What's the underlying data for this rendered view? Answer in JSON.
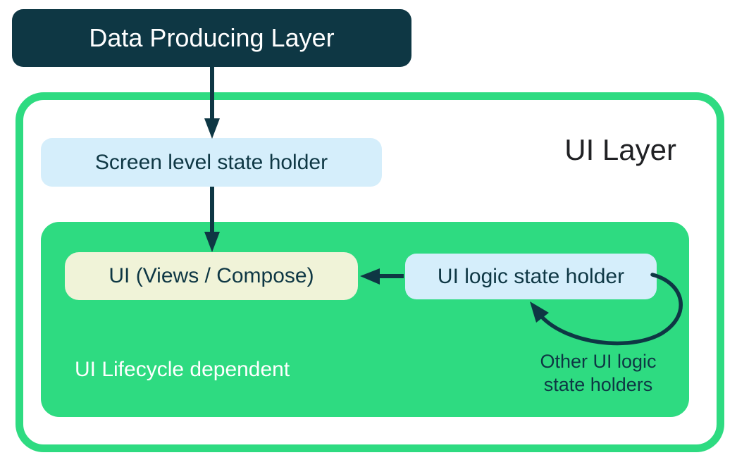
{
  "diagram": {
    "nodes": {
      "data_producing_layer": {
        "label": "Data Producing Layer"
      },
      "ui_layer": {
        "label": "UI Layer"
      },
      "screen_level_state_holder": {
        "label": "Screen level state holder"
      },
      "ui_views_compose": {
        "label": "UI (Views / Compose)"
      },
      "ui_logic_state_holder": {
        "label": "UI logic state holder"
      },
      "ui_lifecycle_dependent": {
        "label": "UI Lifecycle dependent"
      },
      "other_ui_logic_state_holders": {
        "line1": "Other UI logic",
        "line2": "state holders"
      }
    },
    "edges": [
      {
        "from": "Data Producing Layer",
        "to": "Screen level state holder",
        "style": "straight-arrow-down"
      },
      {
        "from": "Screen level state holder",
        "to": "UI (Views / Compose)",
        "style": "straight-arrow-down"
      },
      {
        "from": "UI logic state holder",
        "to": "UI (Views / Compose)",
        "style": "straight-arrow-left"
      },
      {
        "from": "Other UI logic state holders",
        "to": "UI logic state holder",
        "style": "curved-loop-arrow"
      }
    ],
    "colors": {
      "dark_navy": "#0e3744",
      "green": "#2edb81",
      "light_blue": "#d5eefb",
      "cream": "#f0f3d8",
      "white": "#ffffff",
      "title_black": "#202124"
    }
  }
}
